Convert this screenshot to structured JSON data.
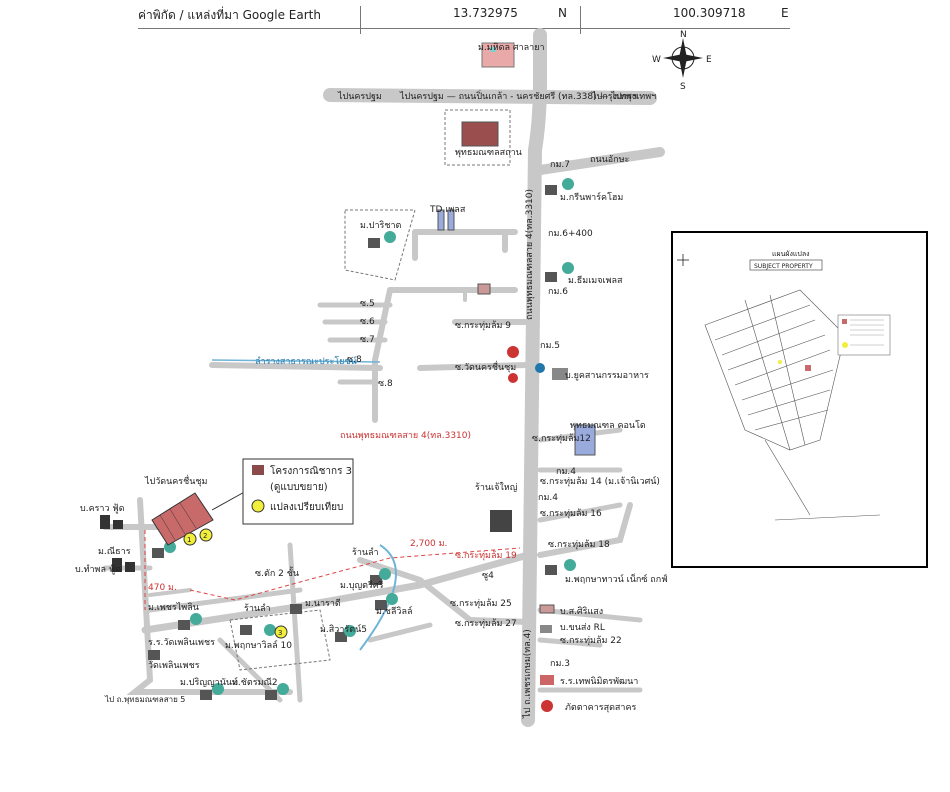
{
  "header": {
    "coord_label": "ค่าพิกัด / แหล่งที่มา Google Earth",
    "lat": "13.732975",
    "lat_dir": "N",
    "lon": "100.309718",
    "lon_dir": "E"
  },
  "compass": {
    "n": "N",
    "s": "S",
    "e": "E",
    "w": "W"
  },
  "roads": {
    "main_horizontal": "ไปนครปฐม — ถนนปิ่นเกล้า - นครชัยศรี (ทล.338) — ไปกรุงเทพฯ",
    "main_vertical": "ถนนพุทธมณฑลสาย 4(ทล.3310)",
    "mid_label": "ถนนพุทธมณฑลสาย 4(ทล.3310)",
    "aksa": "ถนนอักษะ",
    "to_bkk": "ไปกรุงเทพฯ",
    "to_nakhon": "ไปนครปฐม",
    "bottom_south": "ไป ถ.เพชรเกษม(ทล.4)",
    "to_wat": "ไปวัดนครชื่นชุม",
    "to_road5": "ไป ถ.พุทธมณฑลสาย 5"
  },
  "places": {
    "mahidol": "ม.มหิดล ศาลายา",
    "buddha": "พุทธมณฑลสถาน",
    "km7": "กม.7",
    "green_park": "ม.กรีนพาร์คโฮม",
    "td_place": "TD.เพลส",
    "pawarat": "ม.ปาริชาต",
    "km6_400": "กม.6+400",
    "thomas_place": "ม.ธีมเมจเพลส",
    "km6": "กม.6",
    "s5": "ซ.5",
    "s6": "ซ.6",
    "s7": "ซ.7",
    "s8": "ซ.8",
    "s8b": "ซ.8",
    "krathum9": "ซ.กระทุ่มล้ม 9",
    "km5": "กม.5",
    "wat_nakhon": "ซ.วัดนครชื่นชุม",
    "canal": "ลำรางสาธารณะประโยชน์",
    "nutrition": "บ.ยูคสานกรรมอาหาร",
    "buddha_condo": "พุทธมณฑล คอนโด",
    "krathum12": "ซ.กระทุ่มล้ม12",
    "km4": "กม.4",
    "krathum14": "ซ.กระทุ่มล้ม 14 (ม.เจ้านิเวศน์)",
    "big_market": "ร้านเจ้ใหญ่",
    "krathum16": "ซ.กระทุ่มล้ม 16",
    "dist_2700": "2,700 ม.",
    "krathum19": "ซ.กระทุ่มล้ม 19",
    "krathum18": "ซ.กระทุ่มล้ม 18",
    "pruksa_town": "ม.พฤกษาทาวน์ เน็กซ์ ถกฟ์",
    "su4": "ซู4",
    "srisang": "บ.ส.ศิริแสง",
    "rl": "บ.ขนส่ง RL",
    "krathum25": "ซ.กระทุ่มล้ม 25",
    "krathum27": "ซ.กระทุ่มล้ม 27",
    "krathum22": "ซ.กระทุ่มล้ม 22",
    "km3": "กม.3",
    "thepnimit": "ร.ร.เทพนิมิตรพัฒนา",
    "restaurant": "ภัตตาคารสุดสาคร",
    "kraw_food": "บ.คราว ฟู้ด",
    "thamphon_food": "บ.ทำพล ฟู้ด",
    "m_thang": "ม.ณีธาร",
    "m_petch": "ม.เพชรไพลิน",
    "dist_470": "470 ม.",
    "wat_phailin": "ร.ร.วัดเพลินเพชร",
    "wat_phailin2": "วัดเพลินเพชร",
    "punyanan": "ม.ปริญญานันท์",
    "chatsuwan": "ม.ชัตรมณี2",
    "pruksa10": "ม.พฤกษาวิลล์ 10",
    "naratee": "ม.นาราดี",
    "siwarat": "ม.สิวารัตน์5",
    "bs_tak": "ซ.ตัก 2 ชั้น",
    "yutarat": "ม.บุญตรีศรี",
    "chalermvit": "ม.ชลีวิลล์",
    "cold_shop": "ร้านลำ",
    "cold_shop2": "ร้านลำ",
    "kao_mai": "ไปวัดนครชื่นชุม"
  },
  "legend": {
    "project": "โครงการณิชากร 3",
    "project2": "(ดูแบบขยาย)",
    "compare": "แปลงเปรียบเทียบ"
  },
  "inset": {
    "title": "แผนผังแปลง",
    "subtitle": "SUBJECT PROPERTY"
  },
  "colors": {
    "road": "#c8c8c8",
    "road_stroke": "#a8a8a8",
    "project": "#c96a6a",
    "compare": "#f2ee3c",
    "red_text": "#c33333",
    "canal": "#6fb4d8"
  }
}
